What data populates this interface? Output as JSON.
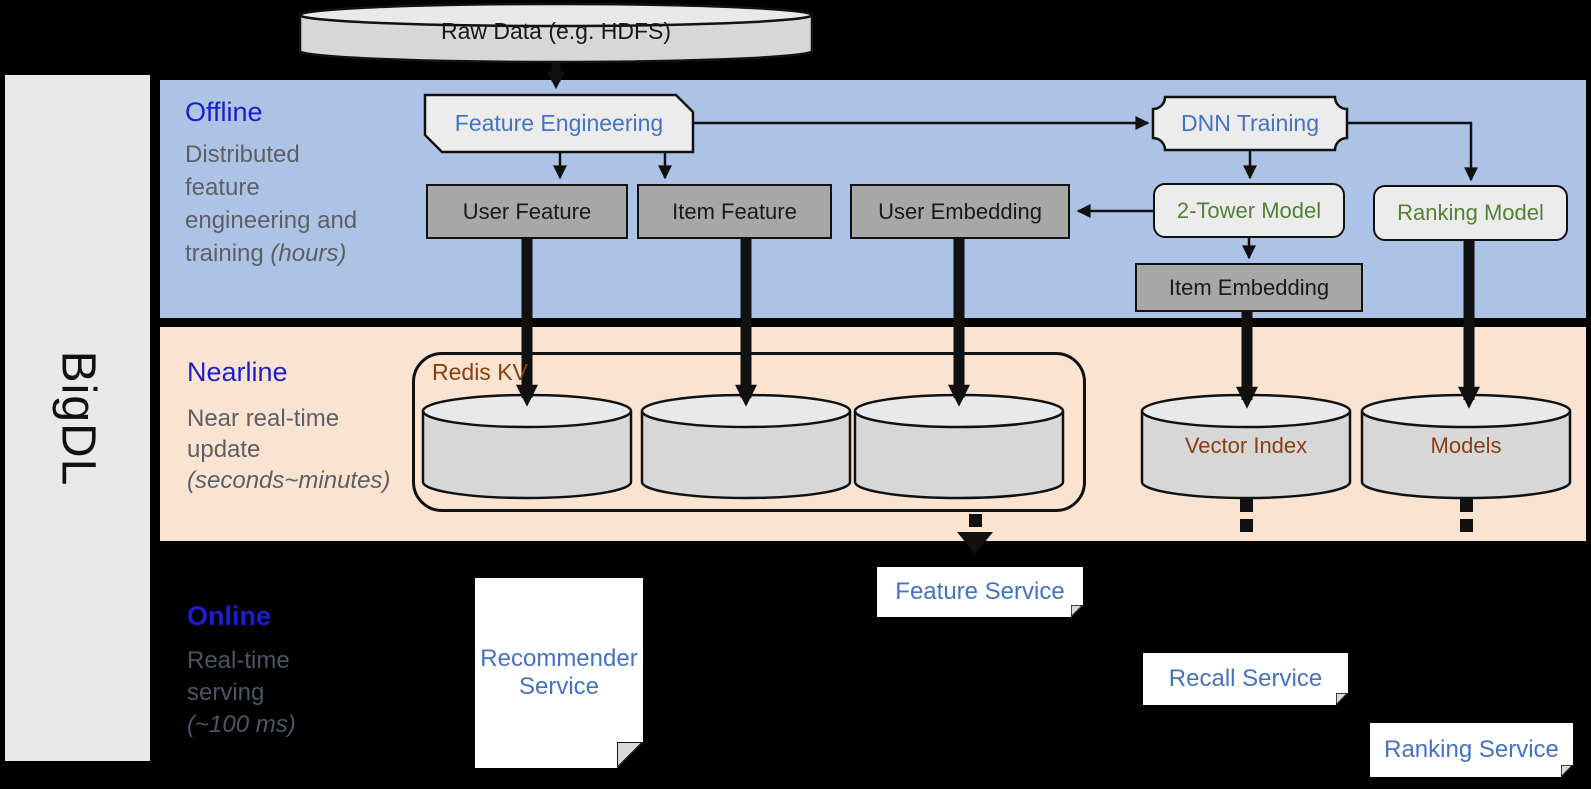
{
  "sidebar": {
    "brand": "BigDL"
  },
  "raw_data": {
    "label": "Raw Data (e.g. HDFS)"
  },
  "offline": {
    "title": "Offline",
    "desc_lines": [
      "Distributed",
      "feature",
      "engineering and"
    ],
    "desc_last_regular": "training ",
    "desc_last_italic": "(hours)",
    "nodes": {
      "feature_engineering": "Feature Engineering",
      "dnn_training": "DNN Training",
      "user_feature": "User Feature",
      "item_feature": "Item Feature",
      "user_embedding": "User Embedding",
      "two_tower_model": "2-Tower Model",
      "ranking_model": "Ranking Model",
      "item_embedding": "Item Embedding"
    }
  },
  "nearline": {
    "title": "Nearline",
    "desc_lines": [
      "Near real-time",
      "update"
    ],
    "desc_italic": "(seconds~minutes)",
    "redis_group_label": "Redis KV",
    "stores": {
      "vector_index": "Vector Index",
      "models": "Models"
    }
  },
  "online": {
    "title": "Online",
    "desc_lines": [
      "Real-time",
      "serving"
    ],
    "desc_italic": "(~100 ms)",
    "services": {
      "recommender": "Recommender Service",
      "feature": "Feature Service",
      "recall": "Recall Service",
      "ranking": "Ranking Service"
    }
  },
  "colors": {
    "offline_panel": "#adc3e5",
    "nearline_panel": "#fbe3d1",
    "background": "#000000",
    "sidebar": "#e9e9e9",
    "section_title_blue": "#1d1ecb",
    "node_blue_text": "#4472c4",
    "node_green_text": "#538135",
    "storage_brown_text": "#8c3d0e",
    "gray_box": "#a7a7a7",
    "light_box": "#ececec",
    "cylinder_body": "#d7d7d7",
    "cylinder_top": "#e9e9e9",
    "panel_desc_gray": "#5c6066"
  }
}
